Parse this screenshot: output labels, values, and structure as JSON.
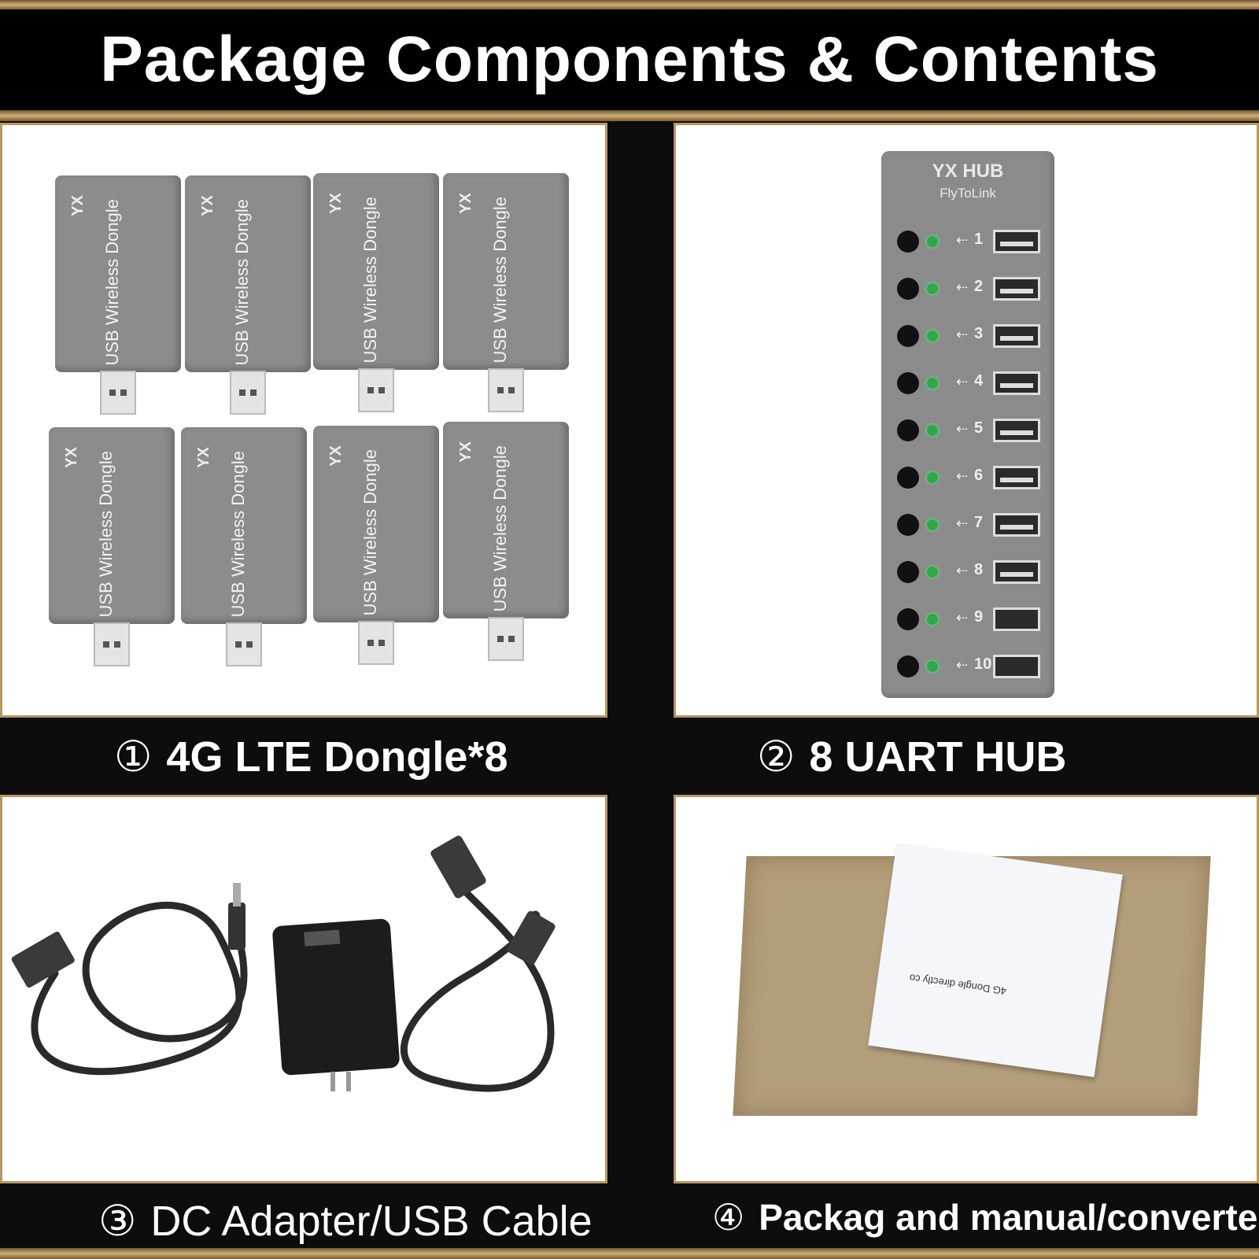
{
  "title": "Package Components & Contents",
  "captions": [
    {
      "num": "①",
      "text": "4G LTE Dongle*8"
    },
    {
      "num": "②",
      "text": "8 UART HUB"
    },
    {
      "num": "③",
      "text": "DC Adapter/USB Cable"
    },
    {
      "num": "④",
      "text": "Packag and manual/converter"
    }
  ],
  "dongle": {
    "brand": "YX",
    "label": "USB Wireless Dongle"
  },
  "hub": {
    "brand": "YX HUB",
    "subtitle": "FlyToLink",
    "ports": [
      "1",
      "2",
      "3",
      "4",
      "5",
      "6",
      "7",
      "8",
      "9",
      "10"
    ]
  },
  "manual": {
    "text": "4G Dongle directly co"
  },
  "colors": {
    "gold": "#cfae77",
    "led": "#2ea84a",
    "cardboard": "#b39e7b"
  }
}
